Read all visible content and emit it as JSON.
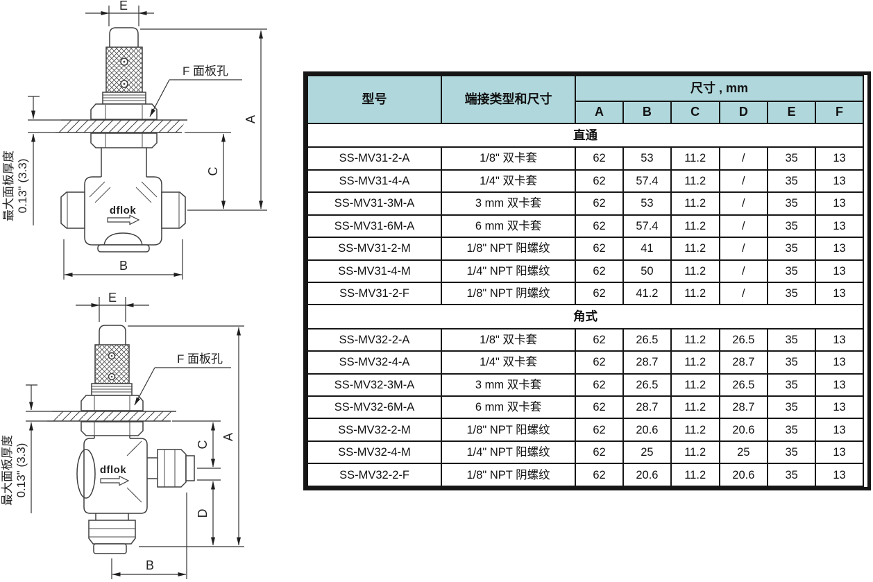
{
  "colors": {
    "header_bg": "#b0d7dc",
    "border": "#161616",
    "line": "#3f3f3f",
    "background": "#ffffff"
  },
  "diagram_top": {
    "labels": {
      "e": "E",
      "a": "A",
      "b": "B",
      "c": "C",
      "panel_hole": "F 面板孔",
      "brand": "dflok",
      "panel_thickness_line1": "最大面板厚度",
      "panel_thickness_line2": "0.13\" (3.3)"
    }
  },
  "diagram_bottom": {
    "labels": {
      "e": "E",
      "a": "A",
      "b": "B",
      "c": "C",
      "d": "D",
      "panel_hole": "F 面板孔",
      "brand": "dflok",
      "panel_thickness_line1": "最大面板厚度",
      "panel_thickness_line2": "0.13\" (3.3)"
    }
  },
  "table": {
    "header": {
      "model": "型号",
      "end_connection": "端接类型和尺寸",
      "dimensions_title": "尺寸 , mm",
      "dim_columns": [
        "A",
        "B",
        "C",
        "D",
        "E",
        "F"
      ]
    },
    "sections": [
      {
        "title": "直通",
        "rows": [
          [
            "SS-MV31-2-A",
            "1/8\" 双卡套",
            "62",
            "53",
            "11.2",
            "/",
            "35",
            "13"
          ],
          [
            "SS-MV31-4-A",
            "1/4\" 双卡套",
            "62",
            "57.4",
            "11.2",
            "/",
            "35",
            "13"
          ],
          [
            "SS-MV31-3M-A",
            "3 mm 双卡套",
            "62",
            "53",
            "11.2",
            "/",
            "35",
            "13"
          ],
          [
            "SS-MV31-6M-A",
            "6 mm 双卡套",
            "62",
            "57.4",
            "11.2",
            "/",
            "35",
            "13"
          ],
          [
            "SS-MV31-2-M",
            "1/8\" NPT 阳螺纹",
            "62",
            "41",
            "11.2",
            "/",
            "35",
            "13"
          ],
          [
            "SS-MV31-4-M",
            "1/4\" NPT 阳螺纹",
            "62",
            "50",
            "11.2",
            "/",
            "35",
            "13"
          ],
          [
            "SS-MV31-2-F",
            "1/8\" NPT 阴螺纹",
            "62",
            "41.2",
            "11.2",
            "/",
            "35",
            "13"
          ]
        ]
      },
      {
        "title": "角式",
        "rows": [
          [
            "SS-MV32-2-A",
            "1/8\" 双卡套",
            "62",
            "26.5",
            "11.2",
            "26.5",
            "35",
            "13"
          ],
          [
            "SS-MV32-4-A",
            "1/4\" 双卡套",
            "62",
            "28.7",
            "11.2",
            "28.7",
            "35",
            "13"
          ],
          [
            "SS-MV32-3M-A",
            "3 mm 双卡套",
            "62",
            "26.5",
            "11.2",
            "26.5",
            "35",
            "13"
          ],
          [
            "SS-MV32-6M-A",
            "6 mm 双卡套",
            "62",
            "28.7",
            "11.2",
            "28.7",
            "35",
            "13"
          ],
          [
            "SS-MV32-2-M",
            "1/8\" NPT 阳螺纹",
            "62",
            "20.6",
            "11.2",
            "20.6",
            "35",
            "13"
          ],
          [
            "SS-MV32-4-M",
            "1/4\" NPT 阳螺纹",
            "62",
            "25",
            "11.2",
            "25",
            "35",
            "13"
          ],
          [
            "SS-MV32-2-F",
            "1/8\" NPT 阴螺纹",
            "62",
            "20.6",
            "11.2",
            "20.6",
            "35",
            "13"
          ]
        ]
      }
    ]
  }
}
